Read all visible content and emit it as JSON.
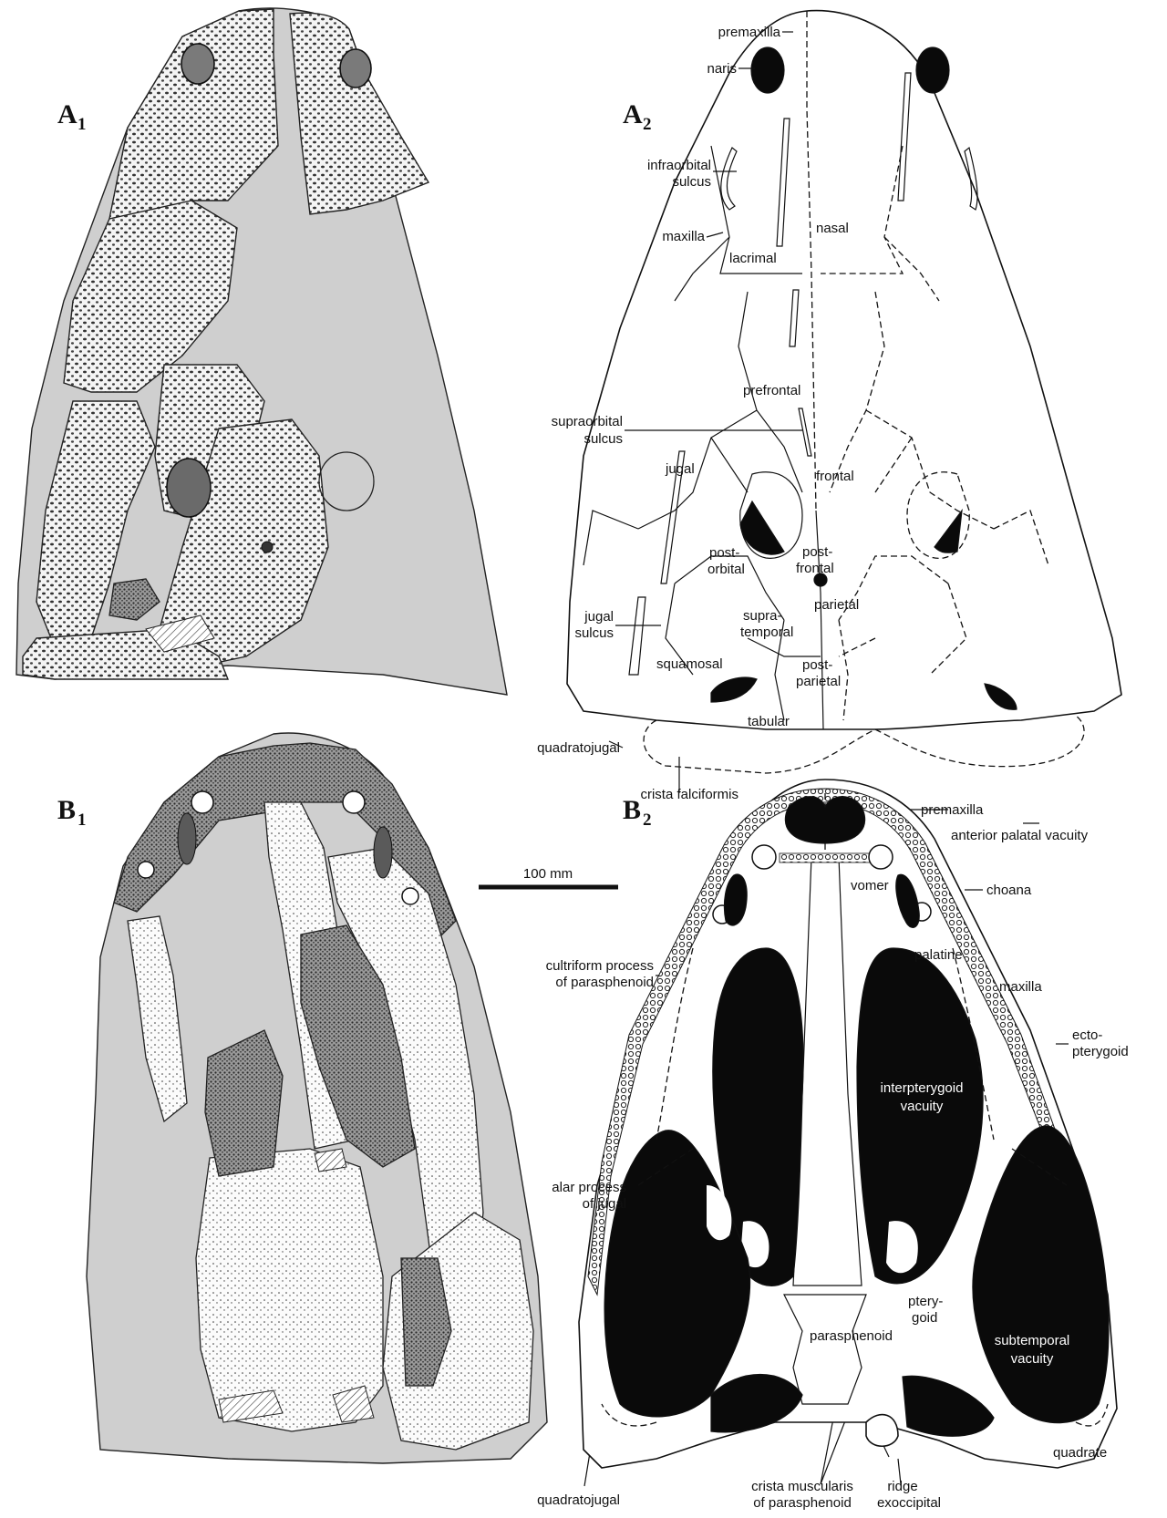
{
  "panels": {
    "a1": {
      "letter": "A",
      "sub": "1"
    },
    "a2": {
      "letter": "A",
      "sub": "2"
    },
    "b1": {
      "letter": "B",
      "sub": "1"
    },
    "b2": {
      "letter": "B",
      "sub": "2"
    }
  },
  "scale_bar": {
    "label": "100 mm"
  },
  "labels_a2": {
    "premaxilla": "premaxilla",
    "naris": "naris",
    "infraorbital_1": "infraorbital",
    "infraorbital_2": "sulcus",
    "maxilla": "maxilla",
    "nasal": "nasal",
    "lacrimal": "lacrimal",
    "prefrontal": "prefrontal",
    "supraorbital_1": "supraorbital",
    "supraorbital_2": "sulcus",
    "jugal": "jugal",
    "frontal": "frontal",
    "postorbital_1": "post-",
    "postorbital_2": "orbital",
    "postfrontal_1": "post-",
    "postfrontal_2": "frontal",
    "parietal": "parietal",
    "supratemporal_1": "supra-",
    "supratemporal_2": "temporal",
    "jugal_sulcus_1": "jugal",
    "jugal_sulcus_2": "sulcus",
    "squamosal": "squamosal",
    "postparietal_1": "post-",
    "postparietal_2": "parietal",
    "tabular": "tabular",
    "quadratojugal": "quadratojugal",
    "crista_falciformis": "crista falciformis"
  },
  "labels_b2": {
    "premaxilla": "premaxilla",
    "anterior_palatal_vacuity": "anterior palatal vacuity",
    "vomer": "vomer",
    "choana": "choana",
    "palatine": "palatine",
    "maxilla": "maxilla",
    "cultriform_1": "cultriform process",
    "cultriform_2": "of parasphenoid",
    "ectopterygoid_1": "ecto-",
    "ectopterygoid_2": "pterygoid",
    "interpterygoid_1": "interpterygoid",
    "interpterygoid_2": "vacuity",
    "alar_1": "alar process",
    "alar_2": "of jugal",
    "pterygoid_1": "ptery-",
    "pterygoid_2": "goid",
    "parasphenoid": "parasphenoid",
    "subtemporal_1": "subtemporal",
    "subtemporal_2": "vacuity",
    "quadrate": "quadrate",
    "quadratojugal": "quadratojugal",
    "crista_1": "crista muscularis",
    "crista_2": "of parasphenoid",
    "ridge": "ridge",
    "exoccipital": "exoccipital"
  }
}
